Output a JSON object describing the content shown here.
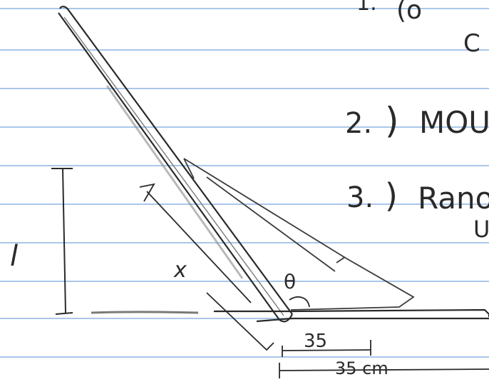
{
  "notes": {
    "item1": {
      "number": "1.",
      "word_fragment": "(o",
      "second_line_fragment": "C"
    },
    "item2": {
      "number": "2.",
      "word_fragment": "MOU"
    },
    "item3": {
      "number": "3.",
      "word_fragment": "Rano",
      "second_line_fragment": "U"
    }
  },
  "sketch": {
    "height_label": "l",
    "length_label": "x",
    "angle_label": "θ",
    "base_distance_label": "35",
    "base_total_label": "35 cm"
  },
  "colors": {
    "paper": "#ffffff",
    "ruled_line": "#a9c7ea",
    "ink": "#2a2a2a",
    "pencil": "#7a7a7a"
  }
}
